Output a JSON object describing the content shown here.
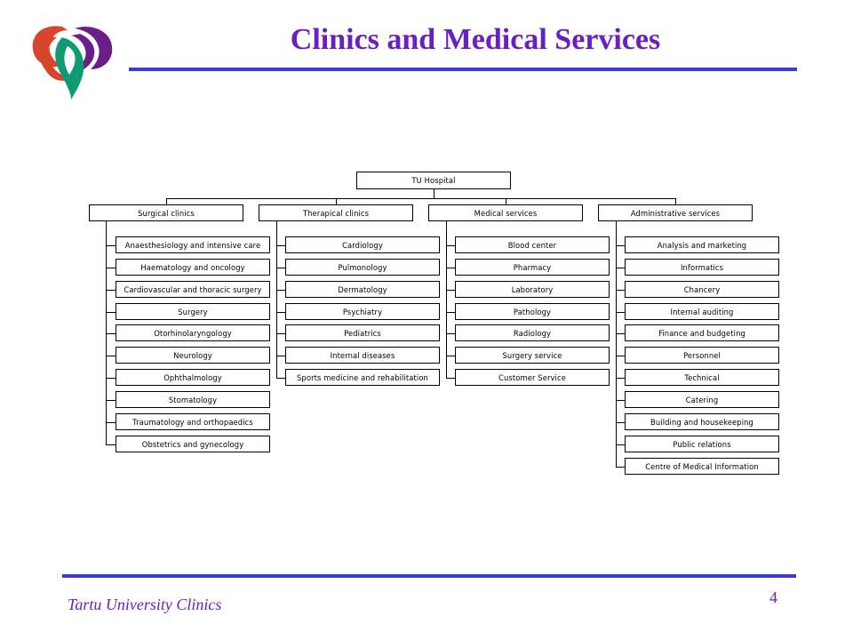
{
  "header": {
    "title": "Clinics and Medical Services"
  },
  "logo": {
    "icon": "tartu-clinics-logo-icon",
    "colors": {
      "red": "#d6452c",
      "green": "#0e9a75",
      "purple": "#6b1e88"
    }
  },
  "org_chart": {
    "root": "TU Hospital",
    "branches": [
      {
        "label": "Surgical clinics",
        "children": [
          "Anaesthesiology and intensive care",
          "Haematology and oncology",
          "Cardiovascular and thoracic surgery",
          "Surgery",
          "Otorhinolaryngology",
          "Neurology",
          "Ophthalmology",
          "Stomatology",
          "Traumatology and orthopaedics",
          "Obstetrics and gynecology"
        ]
      },
      {
        "label": "Therapical clinics",
        "children": [
          "Cardiology",
          "Pulmonology",
          "Dermatology",
          "Psychiatry",
          "Pediatrics",
          "Internal diseases",
          "Sports medicine and rehabilitation"
        ]
      },
      {
        "label": "Medical services",
        "children": [
          "Blood center",
          "Pharmacy",
          "Laboratory",
          "Pathology",
          "Radiology",
          "Surgery service",
          "Customer Service"
        ]
      },
      {
        "label": "Administrative services",
        "children": [
          "Analysis and marketing",
          "Informatics",
          "Chancery",
          "Internal auditing",
          "Finance and budgeting",
          "Personnel",
          "Technical",
          "Catering",
          "Building and housekeeping",
          "Public relations",
          "Centre of Medical Information"
        ]
      }
    ]
  },
  "footer": {
    "text": "Tartu University Clinics",
    "page_number": "4"
  },
  "colors": {
    "title": "#6a1fc0",
    "rule": "#3a3ad0"
  }
}
